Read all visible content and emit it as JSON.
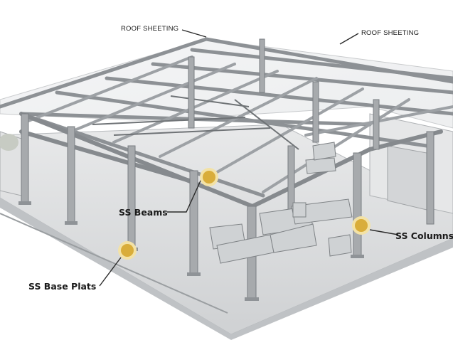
{
  "labels": {
    "roof_sheeting_left": "ROOF SHEETING",
    "roof_sheeting_right": "ROOF SHEETING",
    "ss_beams": "SS Beams",
    "ss_columns": "SS Columns",
    "ss_base_plats": "SS Base Plats"
  },
  "colors": {
    "marker_fill": "#d9ad3a",
    "marker_ring": "#f3e2a6",
    "steel": "#a9acaf",
    "steel_dark": "#7d8185",
    "floor": "#dcdedf",
    "text": "#1a1a1a"
  }
}
